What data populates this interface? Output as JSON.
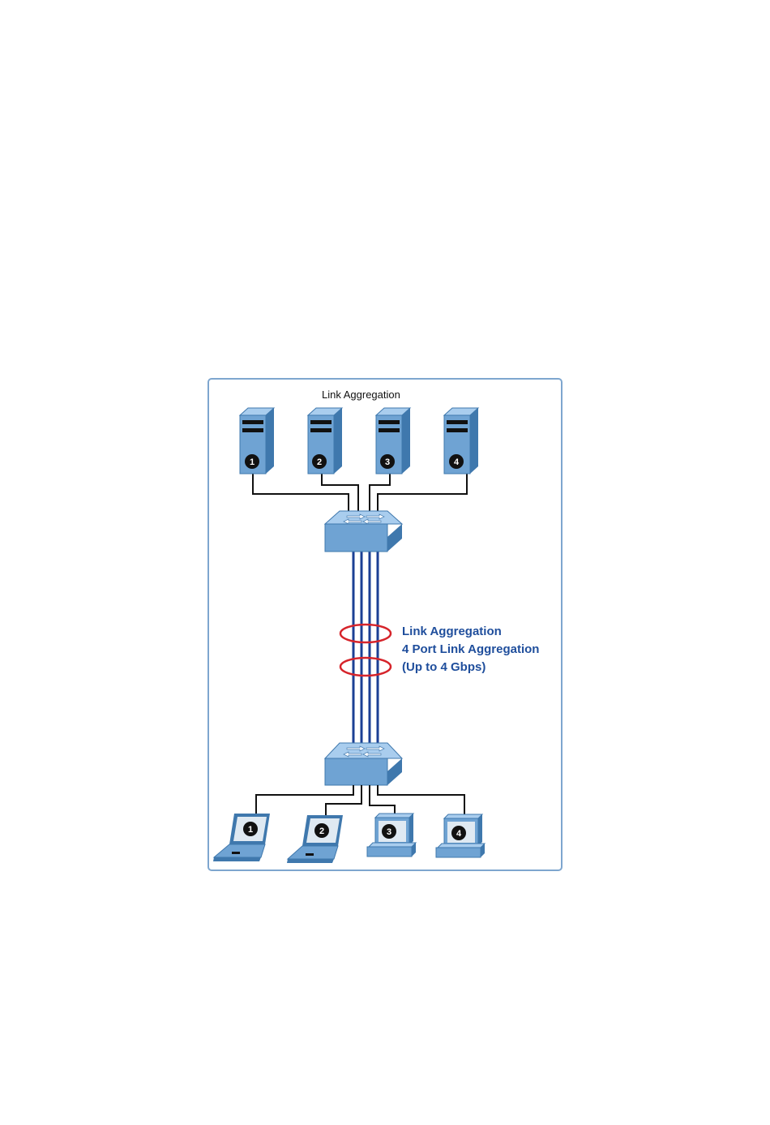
{
  "diagram": {
    "title": "Link Aggregation",
    "annotation_lines": [
      "Link Aggregation",
      "4 Port Link Aggregation",
      "(Up to 4 Gbps)"
    ],
    "servers": [
      {
        "label": "1"
      },
      {
        "label": "2"
      },
      {
        "label": "3"
      },
      {
        "label": "4"
      }
    ],
    "clients": [
      {
        "label": "1",
        "kind": "laptop-icon"
      },
      {
        "label": "2",
        "kind": "laptop-icon"
      },
      {
        "label": "3",
        "kind": "desktop-icon"
      },
      {
        "label": "4",
        "kind": "desktop-icon"
      }
    ],
    "colors": {
      "device_fill": "#6fa3d3",
      "device_light": "#a9cdee",
      "device_dark": "#3f78ad",
      "trunk_link": "#1b3f94",
      "ring": "#d6242b",
      "annotation_text": "#1f4e9c",
      "frame_border": "#7ea6cf"
    }
  }
}
